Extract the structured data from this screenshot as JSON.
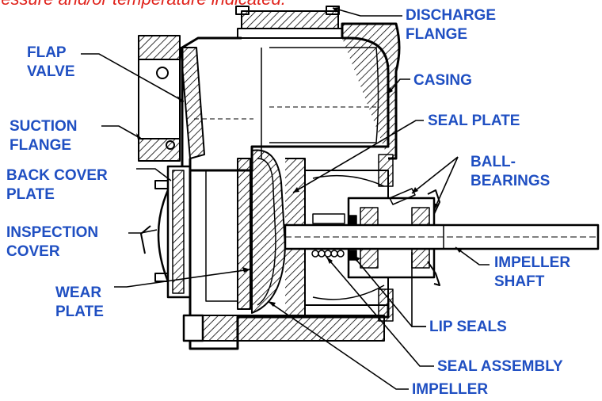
{
  "caption": "ressure and/or temperature indicated.",
  "labels": {
    "discharge_flange": [
      "DISCHARGE",
      "FLANGE"
    ],
    "flap_valve": [
      "FLAP",
      "VALVE"
    ],
    "casing": [
      "CASING"
    ],
    "suction_flange": [
      "SUCTION",
      "FLANGE"
    ],
    "seal_plate": [
      "SEAL PLATE"
    ],
    "ball_bearings": [
      "BALL-",
      "BEARINGS"
    ],
    "back_cover_plate": [
      "BACK COVER",
      "PLATE"
    ],
    "inspection_cover": [
      "INSPECTION",
      "COVER"
    ],
    "impeller_shaft": [
      "IMPELLER",
      "SHAFT"
    ],
    "wear_plate": [
      "WEAR",
      "PLATE"
    ],
    "lip_seals": [
      "LIP SEALS"
    ],
    "seal_assembly": [
      "SEAL ASSEMBLY"
    ],
    "impeller": [
      "IMPELLER"
    ]
  },
  "colors": {
    "label": "#1f4fc2",
    "caption": "#e0231c",
    "line": "#000000"
  }
}
